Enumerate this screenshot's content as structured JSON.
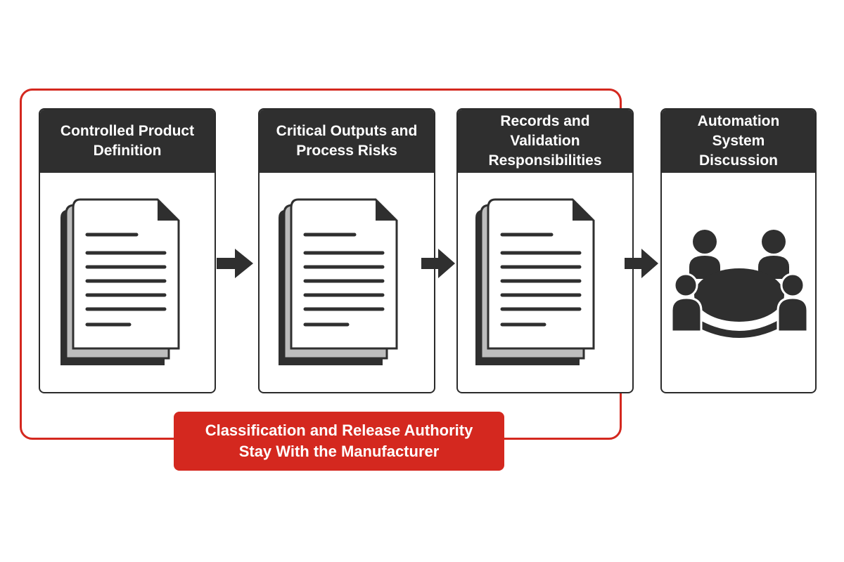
{
  "colors": {
    "accent": "#d4281f",
    "header_bg": "#2f2f2f",
    "icon_dark": "#2f2f2f",
    "doc_back_gray": "#bdbdbd",
    "white": "#ffffff"
  },
  "steps": [
    {
      "title": "Controlled Product\nDefinition",
      "icon": "document-stack-icon"
    },
    {
      "title": "Critical Outputs and\nProcess Risks",
      "icon": "document-stack-icon"
    },
    {
      "title": "Records and Validation\nResponsibilities",
      "icon": "document-stack-icon"
    },
    {
      "title": "Automation System\nDiscussion",
      "icon": "meeting-table-icon"
    }
  ],
  "banner": {
    "text": "Classification and Release Authority\nStay With the Manufacturer"
  }
}
